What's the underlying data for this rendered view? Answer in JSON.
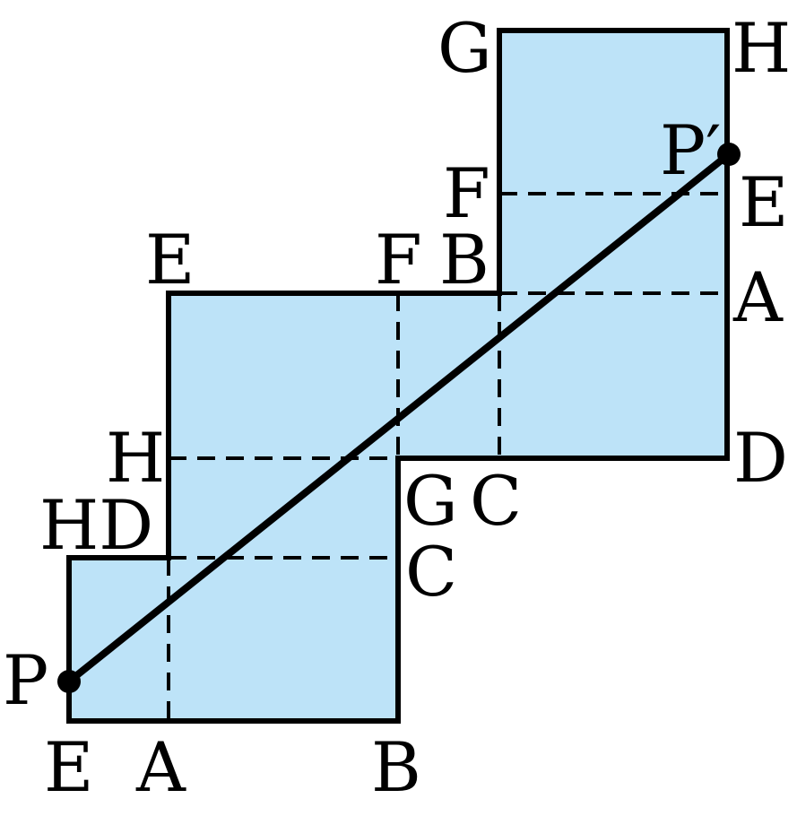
{
  "colors": {
    "face_fill": "#bde3f8",
    "outline": "#000000",
    "background": "#ffffff"
  },
  "labels": {
    "bottom_left_E": "E",
    "bottom_A": "A",
    "bottom_B": "B",
    "left_P": "P",
    "left_HD": "HD",
    "left_H": "H",
    "mid_C": "C",
    "mid_G": "G",
    "mid_C2": "C",
    "top_E": "E",
    "top_F": "F",
    "top_B": "B",
    "right_D": "D",
    "right_A": "A",
    "right_E": "E",
    "right_P_prime": "P′",
    "top_G": "G",
    "top_H": "H",
    "upper_F": "F"
  }
}
